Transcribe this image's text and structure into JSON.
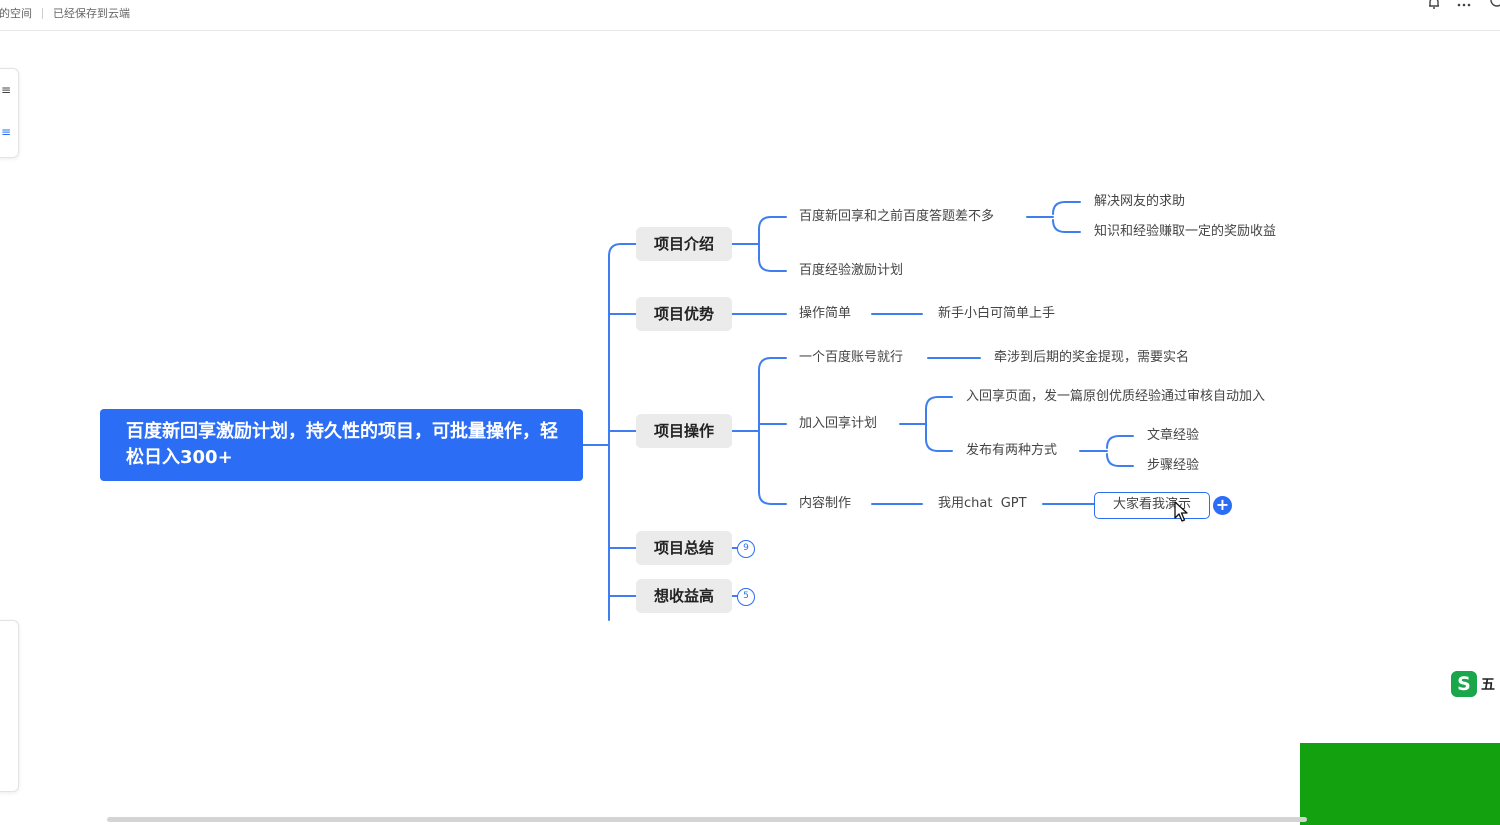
{
  "header": {
    "space_link": "我的空间",
    "save_status": "已经保存到云端"
  },
  "mindmap": {
    "root": "百度新回享激励计划，持久性的项目，可批量操作，轻松日入300+",
    "topics": [
      {
        "label": "项目介绍",
        "children": [
          {
            "label": "百度新回享和之前百度答题差不多",
            "children": [
              "解决网友的求助",
              "知识和经验赚取一定的奖励收益"
            ]
          },
          {
            "label": "百度经验激励计划"
          }
        ]
      },
      {
        "label": "项目优势",
        "children": [
          {
            "label": "操作简单",
            "children": [
              "新手小白可简单上手"
            ]
          }
        ]
      },
      {
        "label": "项目操作",
        "children": [
          {
            "label": "一个百度账号就行",
            "children": [
              "牵涉到后期的奖金提现，需要实名"
            ]
          },
          {
            "label": "加入回享计划",
            "children": [
              "入回享页面，发一篇原创优质经验通过审核自动加入",
              "发布有两种方式"
            ],
            "grandchildren": [
              "文章经验",
              "步骤经验"
            ]
          },
          {
            "label": "内容制作",
            "children": [
              "我用chat  GPT"
            ],
            "selected": "大家看我演示"
          }
        ]
      },
      {
        "label": "项目总结",
        "collapsed_count": "9"
      },
      {
        "label": "想收益高",
        "collapsed_count": "5"
      }
    ]
  },
  "add_button": "+",
  "watermark": "五",
  "colors": {
    "accent": "#2b6df5",
    "line": "#3f7ef0",
    "node_bg": "#ebebeb",
    "watermark": "#1aa64a",
    "green_block": "#14a10f"
  },
  "icons": [
    "bell-icon",
    "more-icon",
    "search-icon",
    "outline-icon",
    "list-icon",
    "add-icon",
    "cursor-icon"
  ]
}
